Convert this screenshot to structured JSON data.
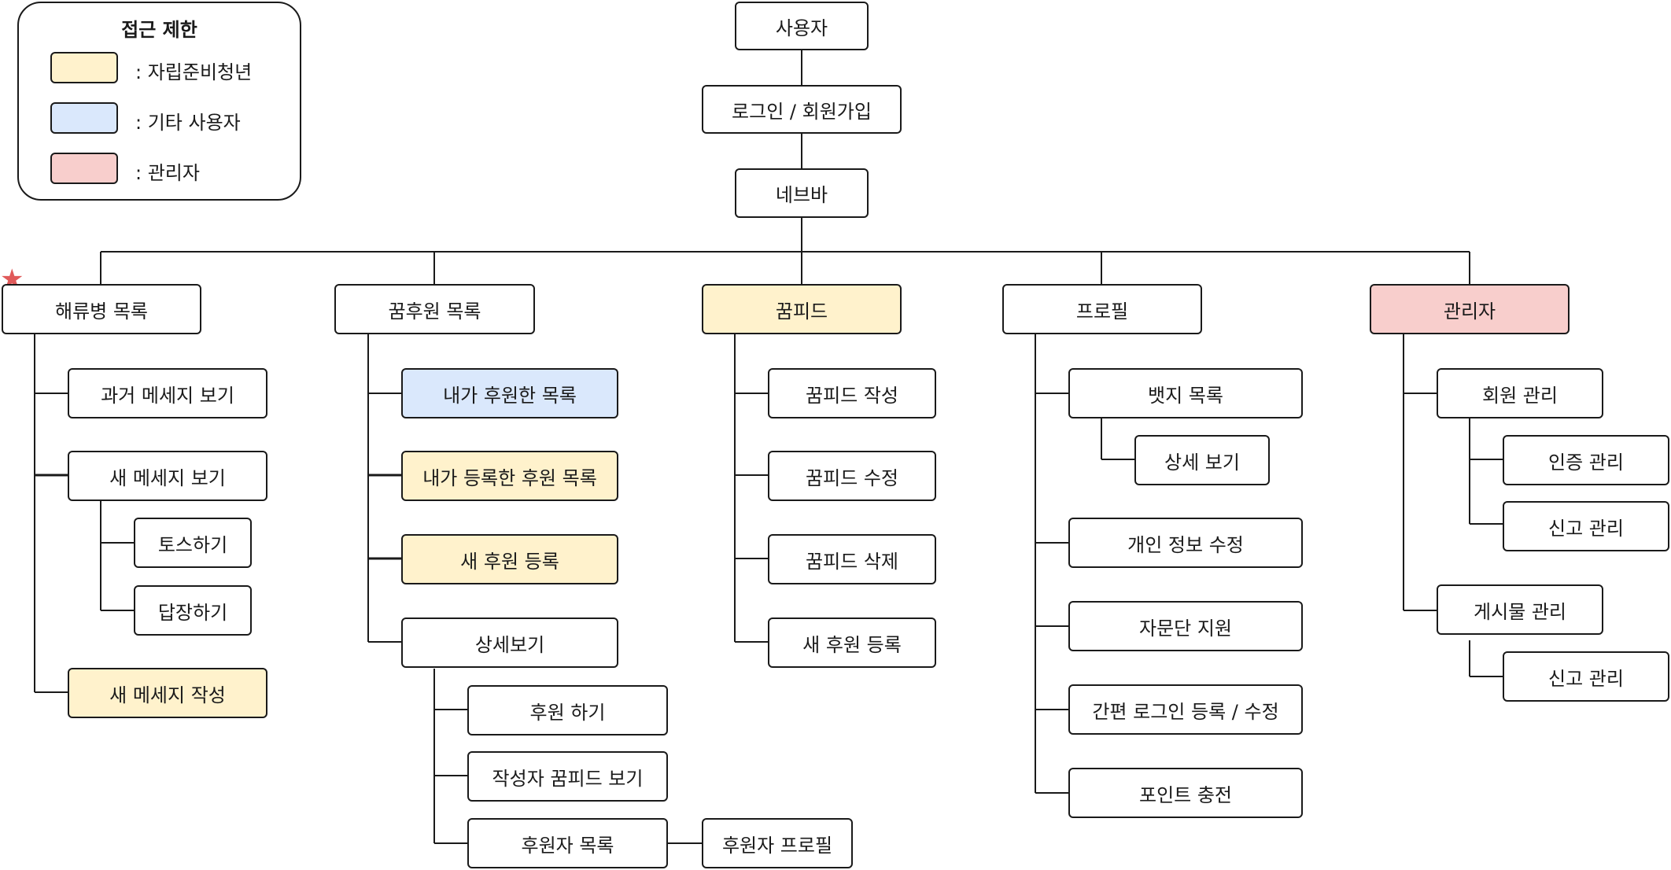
{
  "legend": {
    "title": "접근 제한",
    "items": [
      {
        "label": ": 자립준비청년",
        "color": "#fff2cc"
      },
      {
        "label": ": 기타 사용자",
        "color": "#dae8fc"
      },
      {
        "label": ": 관리자",
        "color": "#f8cecc"
      }
    ]
  },
  "nodes": {
    "user": "사용자",
    "login": "로그인 / 회원가입",
    "navbar": "네브바",
    "soldier_list": "해류병 목록",
    "past_message": "과거 메세지 보기",
    "new_message_view": "새 메세지 보기",
    "toss": "토스하기",
    "reply": "답장하기",
    "new_message_write": "새 메세지 작성",
    "support_list": "꿈후원 목록",
    "my_support_list": "내가 후원한 목록",
    "my_registered_support": "내가 등록한 후원 목록",
    "new_support_reg": "새 후원 등록",
    "detail_view": "상세보기",
    "do_support": "후원 하기",
    "author_feed": "작성자 꿈피드 보기",
    "supporter_list": "후원자 목록",
    "supporter_profile": "후원자 프로필",
    "dream_feed": "꿈피드",
    "feed_write": "꿈피드 작성",
    "feed_edit": "꿈피드 수정",
    "feed_delete": "꿈피드 삭제",
    "feed_new_support": "새 후원 등록",
    "profile": "프로필",
    "badge_list": "뱃지 목록",
    "badge_detail": "상세 보기",
    "personal_edit": "개인 정보 수정",
    "advisory": "자문단 지원",
    "easy_login": "간편 로그인 등록 / 수정",
    "point_charge": "포인트 충전",
    "admin": "관리자",
    "member_mgmt": "회원 관리",
    "auth_mgmt": "인증 관리",
    "report_mgmt_1": "신고 관리",
    "post_mgmt": "게시물 관리",
    "report_mgmt_2": "신고 관리"
  }
}
